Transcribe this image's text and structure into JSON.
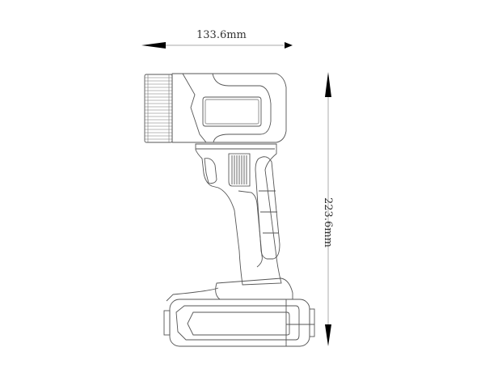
{
  "diagram": {
    "type": "technical-dimension-drawing",
    "subject": "cordless flashlight / work light with battery pack, side view",
    "dimensions": {
      "width": {
        "label": "133.6mm",
        "orientation": "horizontal"
      },
      "height": {
        "label": "223.6mm",
        "orientation": "vertical"
      }
    },
    "parts": [
      "knurled lens bezel",
      "light head housing",
      "trigger",
      "handle vent grille",
      "grip",
      "battery pack"
    ],
    "colors": {
      "line": "#555555",
      "arrow": "#000000",
      "background": "#ffffff"
    }
  }
}
